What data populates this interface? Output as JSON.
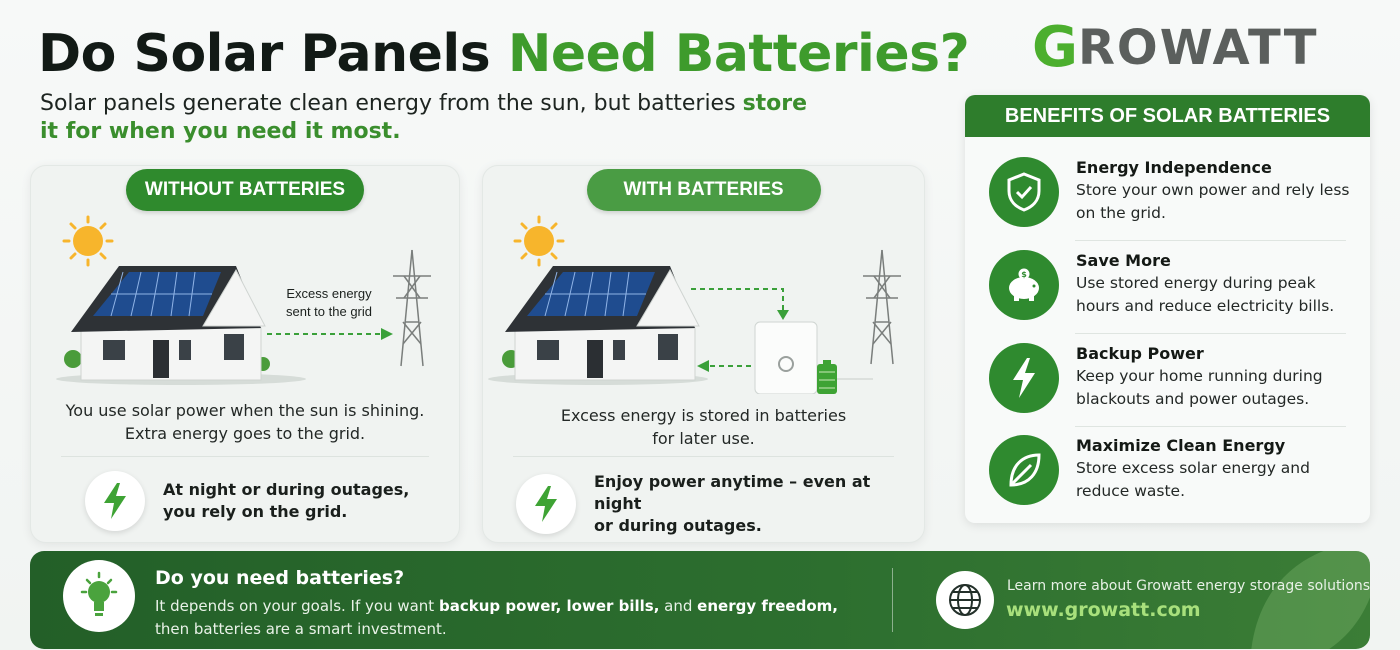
{
  "header": {
    "title_part1": "Do Solar Panels ",
    "title_part2": "Need Batteries?",
    "subtitle_part1": "Solar panels generate clean energy from the sun, but batteries ",
    "subtitle_part2": "store it for when you need it most."
  },
  "brand": {
    "logo_g": "G",
    "logo_rest": "ROWATT"
  },
  "without": {
    "label": "WITHOUT BATTERIES",
    "scene_label_line1": "Excess energy",
    "scene_label_line2": "sent to the grid",
    "description_line1": "You use solar power when the sun is shining.",
    "description_line2": "Extra energy goes to the grid.",
    "tip_line1": "At night or during outages,",
    "tip_line2": "you rely on the grid."
  },
  "with": {
    "label": "WITH BATTERIES",
    "description_line1": "Excess energy is stored in batteries",
    "description_line2": "for later use.",
    "tip_line1": "Enjoy power anytime – even at night",
    "tip_line2": "or during outages."
  },
  "benefits": {
    "heading": "BENEFITS OF SOLAR BATTERIES",
    "items": [
      {
        "icon": "shield-check-icon",
        "title": "Energy Independence",
        "desc": "Store your own power and rely less on the grid."
      },
      {
        "icon": "piggy-bank-icon",
        "title": "Save More",
        "desc": "Use stored energy during peak hours and reduce electricity bills."
      },
      {
        "icon": "lightning-icon",
        "title": "Backup Power",
        "desc": "Keep your home running during blackouts and power outages."
      },
      {
        "icon": "leaf-icon",
        "title": "Maximize Clean Energy",
        "desc": "Store excess solar energy and reduce waste."
      }
    ]
  },
  "footer": {
    "question": "Do you need batteries?",
    "answer_part1": "It depends on your goals. If you want ",
    "answer_bold1": "backup power, lower bills,",
    "answer_part2": " and ",
    "answer_bold2": "energy freedom,",
    "answer_part3": "then batteries are a smart investment.",
    "learn_more": "Learn more about Growatt energy storage solutions.",
    "url": "www.growatt.com"
  },
  "colors": {
    "brand_green": "#3e9b2c",
    "dark_green": "#2e7d2c",
    "logo_grey": "#5b5f5d"
  }
}
